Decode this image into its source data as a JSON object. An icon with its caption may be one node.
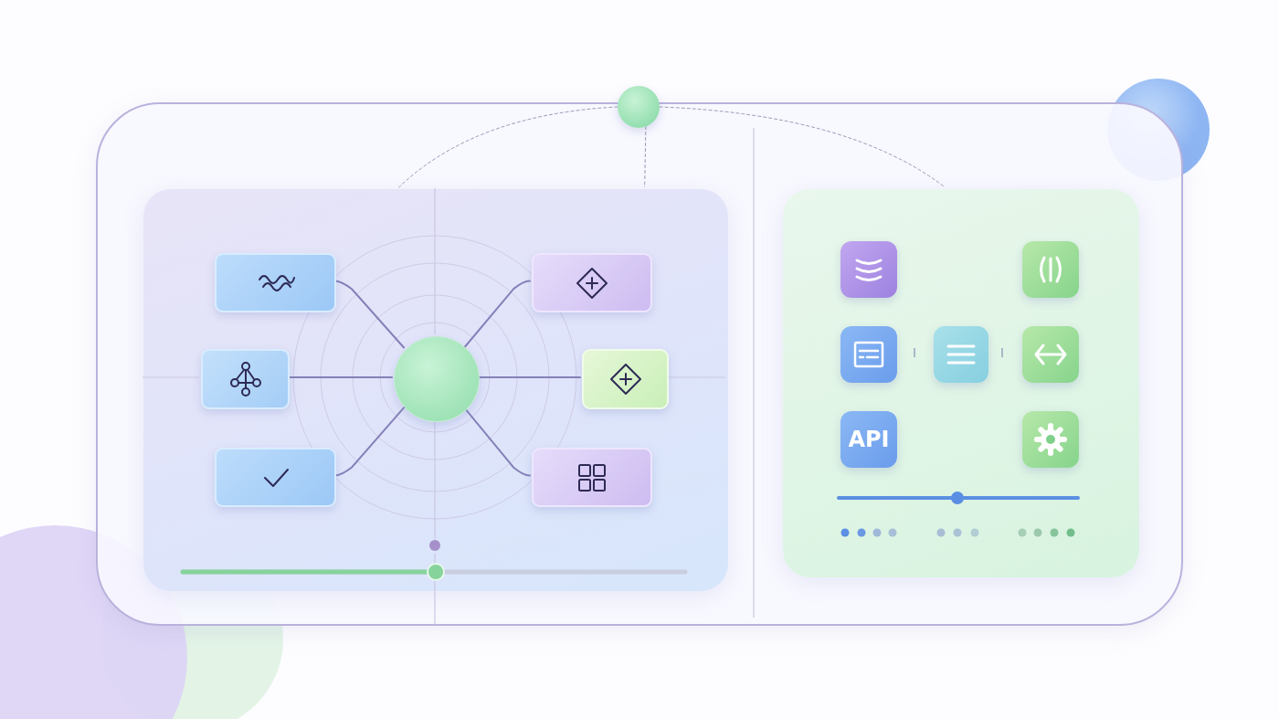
{
  "diagram": {
    "nodes": [
      {
        "text": [],
        "shape": "box"
      },
      {
        "text": [],
        "shape": "box",
        "in": 0
      },
      {
        "text": [],
        "shape": "circle",
        "in": 1
      },
      {
        "text": [],
        "shape": "box",
        "in": 1
      },
      {
        "text": [],
        "shape": "box",
        "in": 1
      },
      {
        "text": [],
        "shape": "box",
        "in": 1
      },
      {
        "text": [],
        "shape": "box",
        "in": 1
      },
      {
        "text": [],
        "shape": "box",
        "in": 1
      },
      {
        "text": [],
        "shape": "box",
        "in": 1
      },
      {
        "text": [],
        "shape": "box",
        "in": 0
      },
      {
        "text": [],
        "shape": "box",
        "in": 9
      },
      {
        "text": [],
        "shape": "box",
        "in": 9
      },
      {
        "text": [],
        "shape": "box",
        "in": 9
      },
      {
        "text": [],
        "shape": "box",
        "in": 9
      },
      {
        "text": [],
        "shape": "box",
        "in": 9
      },
      {
        "text": [
          "API"
        ],
        "in": 9
      },
      {
        "text": [],
        "shape": "box",
        "in": 9
      },
      {
        "text": [],
        "shape": "circle"
      }
    ],
    "edges": [
      {
        "from": 2,
        "to": 3,
        "arrow": "none"
      },
      {
        "from": 2,
        "to": 4,
        "arrow": "none"
      },
      {
        "from": 2,
        "to": 5,
        "arrow": "none"
      },
      {
        "from": 2,
        "to": 6,
        "arrow": "none"
      },
      {
        "from": 2,
        "to": 7,
        "arrow": "none"
      },
      {
        "from": 2,
        "to": 8,
        "arrow": "none"
      },
      {
        "from": 17,
        "to": 1,
        "arrow": "none",
        "style": "dashed"
      },
      {
        "from": 17,
        "to": 1,
        "arrow": "none",
        "style": "dashed"
      },
      {
        "from": 17,
        "to": 9,
        "arrow": "none",
        "style": "dashed"
      }
    ]
  }
}
